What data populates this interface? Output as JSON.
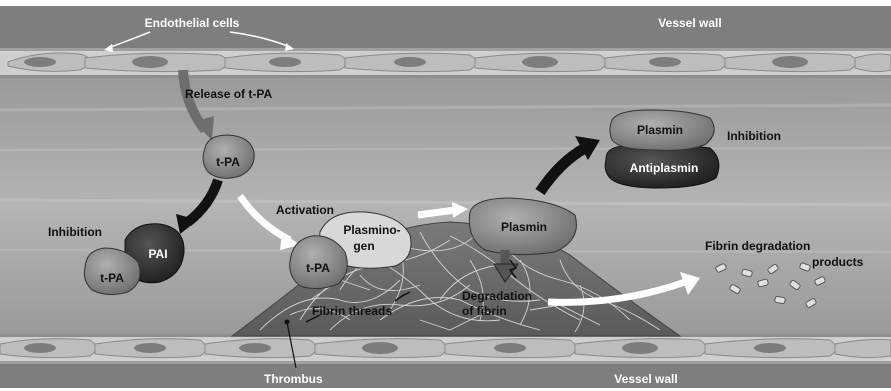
{
  "labels": {
    "endothelial_cells": "Endothelial cells",
    "vessel_wall_top": "Vessel wall",
    "vessel_wall_bottom": "Vessel wall",
    "release_tpa": "Release of t-PA",
    "activation": "Activation",
    "inhibition_left": "Inhibition",
    "inhibition_right": "Inhibition",
    "fibrin_threads": "Fibrin threads",
    "thrombus": "Thrombus",
    "degradation_line1": "Degradation",
    "degradation_line2": "of fibrin",
    "fdp_line1": "Fibrin degradation",
    "fdp_line2": "products"
  },
  "molecules": {
    "tpa_free": "t-PA",
    "tpa_inhibited": "t-PA",
    "pai": "PAI",
    "tpa_bound": "t-PA",
    "plasminogen_line1": "Plasmino-",
    "plasminogen_line2": "gen",
    "plasmin_active": "Plasmin",
    "plasmin_inhibited": "Plasmin",
    "antiplasmin": "Antiplasmin"
  },
  "colors": {
    "background": "#8a8a8a",
    "lumen": "#a8a8a8",
    "wall": "#cfcfcf",
    "cell": "#bdbdbd",
    "nucleus": "#7d7d7d",
    "thrombus": "#6f6f6f",
    "molecule_light": "#8c8c8c",
    "molecule_dark": "#2f2f2f",
    "arrow_dark": "#1a1a1a",
    "arrow_white": "#ffffff"
  }
}
